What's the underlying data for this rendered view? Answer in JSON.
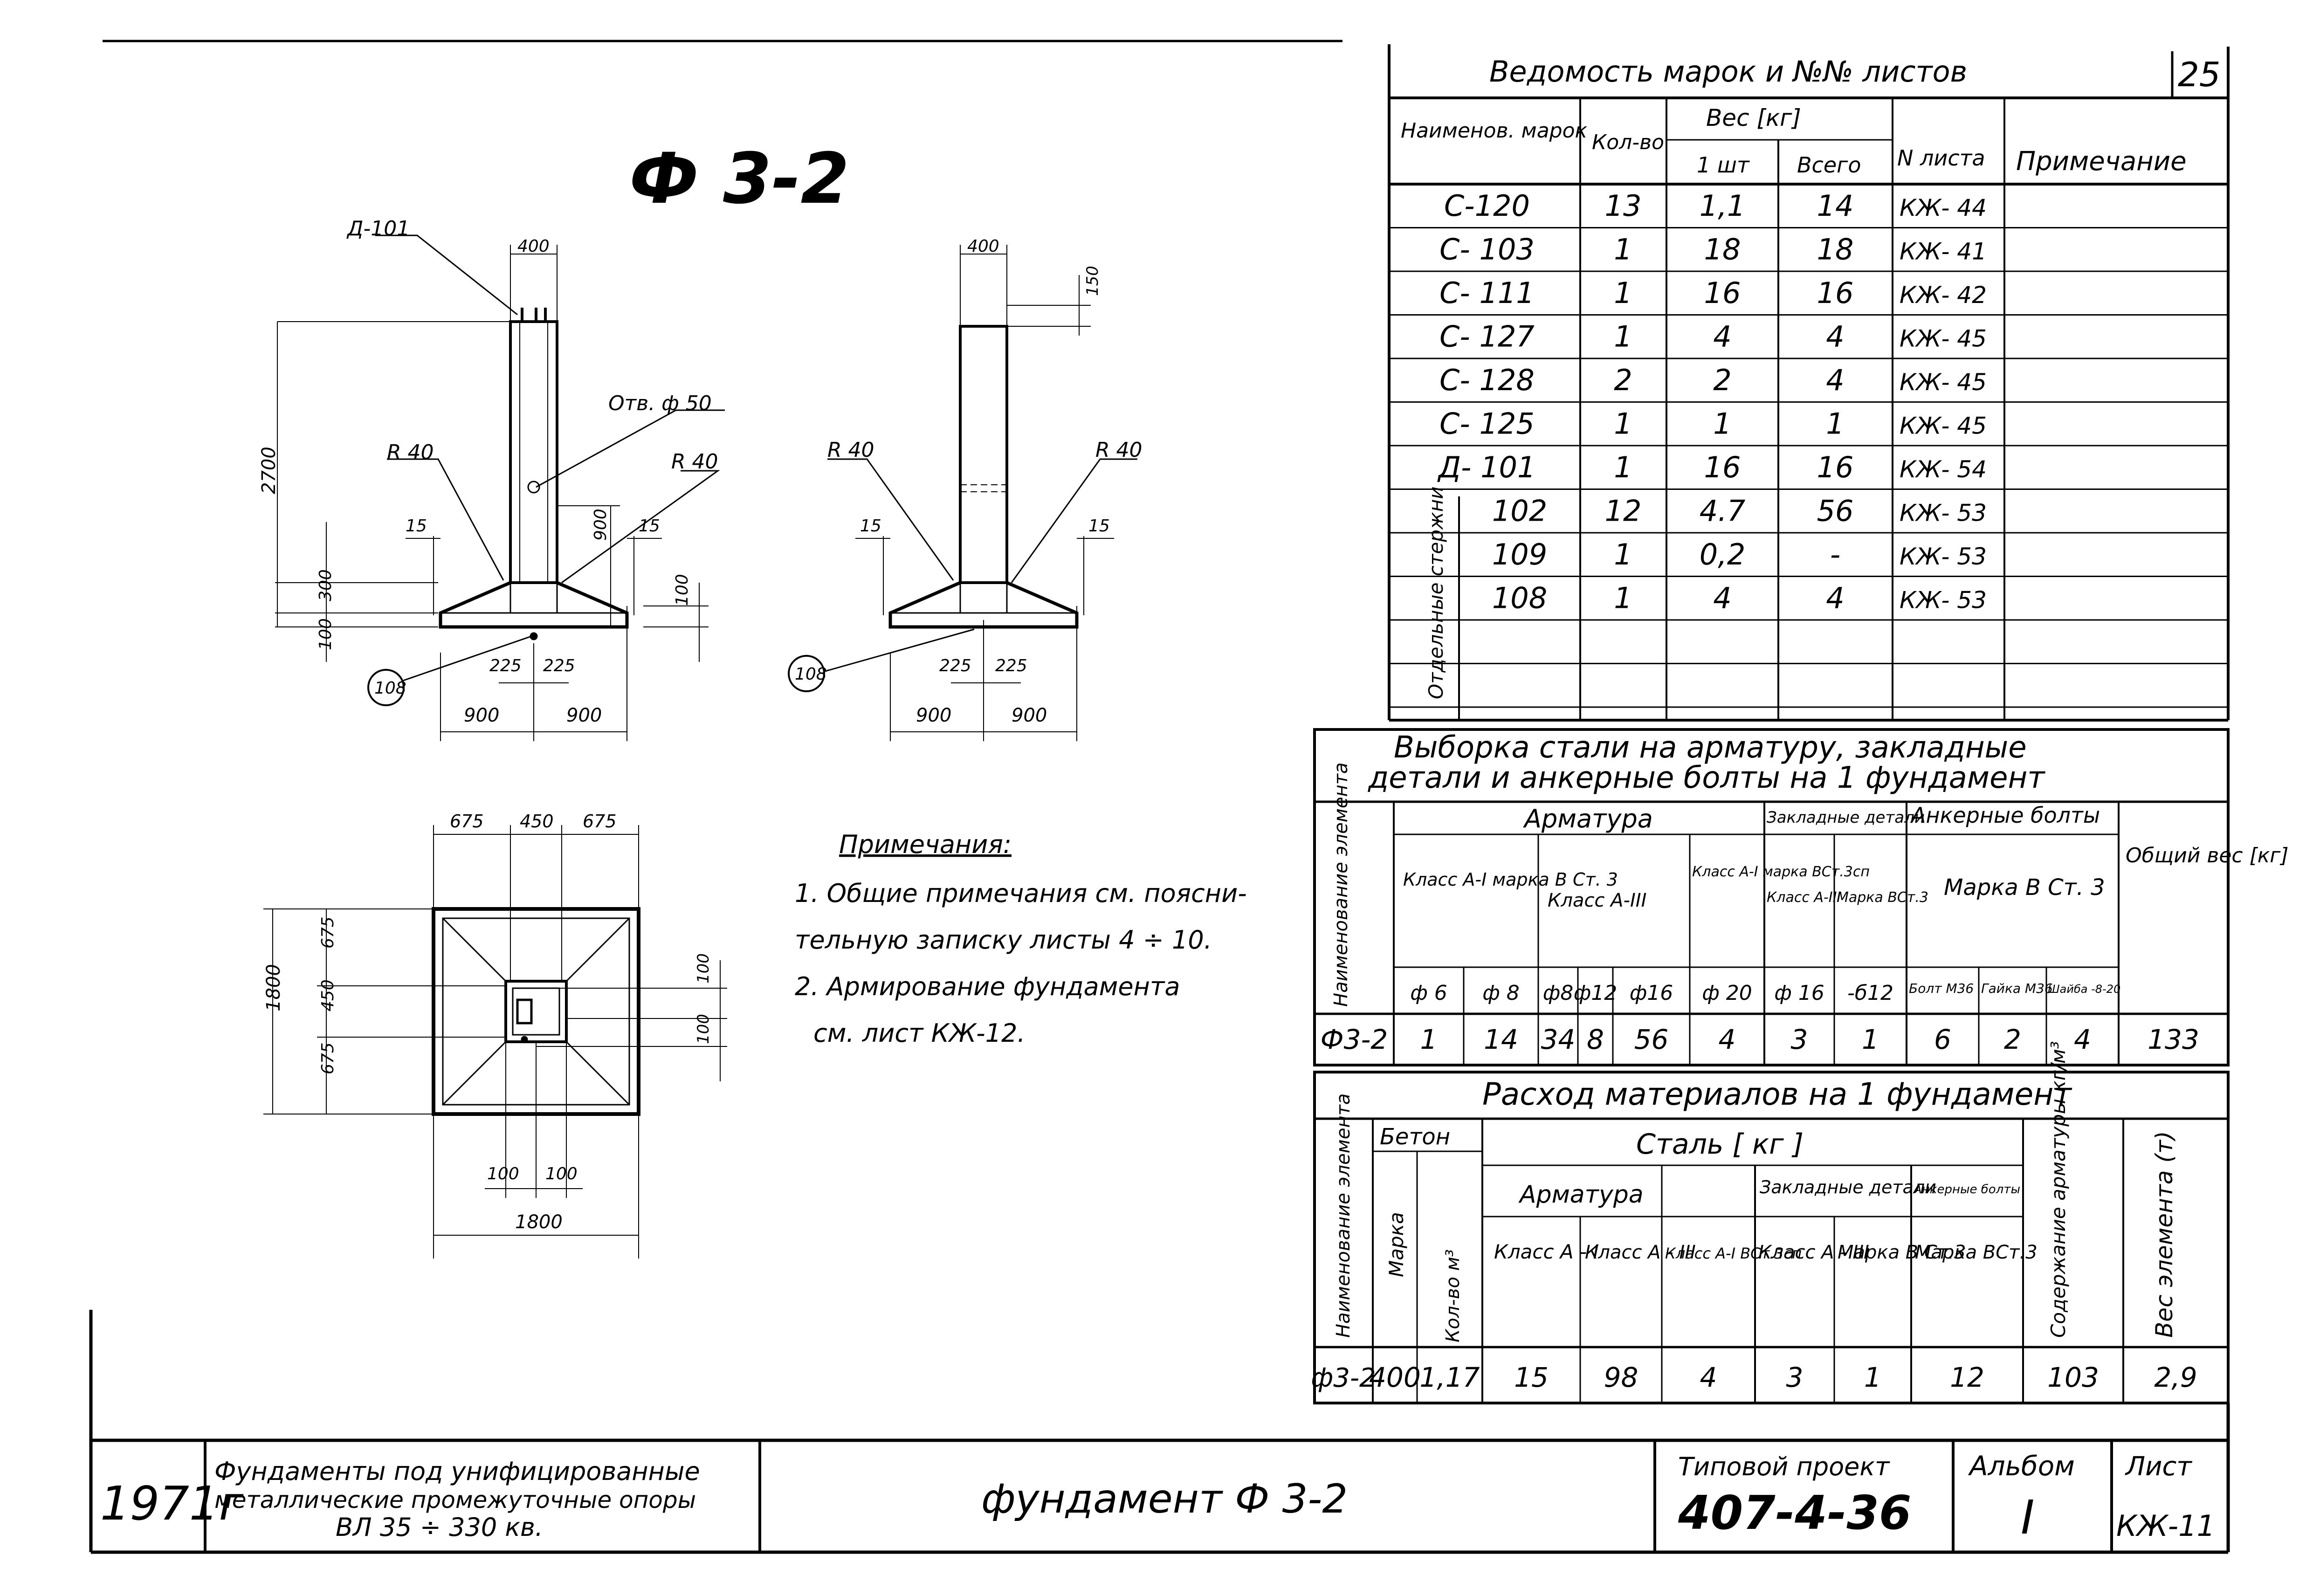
{
  "drawing": {
    "title": "Ф 3-2",
    "labels": {
      "d101": "Д-101",
      "otv": "Отв. ф 50",
      "r40": "R 40",
      "mark108": "108"
    },
    "dims": {
      "d400": "400",
      "d150": "150",
      "d2700": "2700",
      "d900": "900",
      "d300": "300",
      "d100": "100",
      "d15": "15",
      "d225": "225",
      "d675": "675",
      "d450": "450",
      "d1800": "1800"
    }
  },
  "notes": {
    "title": "Примечания:",
    "items": [
      "1. Общие примечания см. поясни-",
      "тельную записку листы 4 ÷ 10.",
      "2. Армирование фундамента",
      "см. лист КЖ-12."
    ]
  },
  "vedomost": {
    "title": "Ведомость марок и №№ листов",
    "sheet_no": "25",
    "headers": {
      "name": "Наименов. марок",
      "qty": "Кол-во",
      "weight": "Вес [кг]",
      "w1": "1 шт",
      "wall": "Всего",
      "list": "N листа",
      "note": "Примечание"
    },
    "side_label": "Отдельные стержни",
    "rows": [
      {
        "mark": "С-120",
        "qty": "13",
        "w1": "1,1",
        "wall": "14",
        "list": "КЖ- 44"
      },
      {
        "mark": "С- 103",
        "qty": "1",
        "w1": "18",
        "wall": "18",
        "list": "КЖ- 41"
      },
      {
        "mark": "С- 111",
        "qty": "1",
        "w1": "16",
        "wall": "16",
        "list": "КЖ- 42"
      },
      {
        "mark": "С- 127",
        "qty": "1",
        "w1": "4",
        "wall": "4",
        "list": "КЖ- 45"
      },
      {
        "mark": "С- 128",
        "qty": "2",
        "w1": "2",
        "wall": "4",
        "list": "КЖ- 45"
      },
      {
        "mark": "С- 125",
        "qty": "1",
        "w1": "1",
        "wall": "1",
        "list": "КЖ- 45"
      },
      {
        "mark": "Д- 101",
        "qty": "1",
        "w1": "16",
        "wall": "16",
        "list": "КЖ- 54"
      },
      {
        "mark": "102",
        "qty": "12",
        "w1": "4.7",
        "wall": "56",
        "list": "КЖ- 53"
      },
      {
        "mark": "109",
        "qty": "1",
        "w1": "0,2",
        "wall": "-",
        "list": "КЖ- 53"
      },
      {
        "mark": "108",
        "qty": "1",
        "w1": "4",
        "wall": "4",
        "list": "КЖ- 53"
      }
    ]
  },
  "vyborka": {
    "title1": "Выборка стали на арматуру, закладные",
    "title2": "детали и анкерные болты   на 1 фундамент",
    "h_name": "Наименование элемента",
    "h_armatura": "Арматура",
    "h_zakl": "Закладные детали",
    "h_ank": "Анкерные болты",
    "h_total": "Общий вес [кг]",
    "h_classA1": "Класс А-I марка В Ст. 3",
    "h_classA3": "Класс А-III",
    "h_classA1b": "Класс А-I марка ВСт.3сп",
    "h_zakl_class": "Класс А-III",
    "h_zakl_mark": "Марка ВСт.3",
    "h_ank_mark": "Марка В Ст. 3",
    "h_bolt": "Болт М36",
    "h_gaika": "Гайка М36",
    "h_shayba": "Шайба -8-20",
    "diams": [
      "ф 6",
      "ф 8",
      "ф8",
      "ф12",
      "ф16",
      "ф 20",
      "ф 16",
      "-б12"
    ],
    "row": {
      "name": "Ф3-2",
      "values": [
        "1",
        "14",
        "34",
        "8",
        "56",
        "4",
        "3",
        "1",
        "6",
        "2",
        "4",
        "133"
      ]
    }
  },
  "rashod": {
    "title": "Расход материалов на 1 фундамент",
    "h_name": "Наименование элемента",
    "h_beton": "Бетон",
    "h_stal": "Сталь   [ кг ]",
    "h_armatura": "Арматура",
    "h_zakl": "Закладные детали",
    "h_ank": "Анкерные болты",
    "h_soderzh": "Содержание арматуры кг/м³",
    "h_ves": "Вес элемента (т)",
    "h_marka": "Марка",
    "h_kol": "Кол-во м³",
    "h_c1": "Класс А - I",
    "h_c2": "Класс А - III",
    "h_c3": "Класс А-I ВСт.3сп",
    "h_c4": "Класс А - III",
    "h_c5": "Марка В Ст.3",
    "h_c6": "Марка ВСт.3",
    "row": {
      "name": "ф3-2",
      "values": [
        "400",
        "1,17",
        "15",
        "98",
        "4",
        "3",
        "1",
        "12",
        "103",
        "2,9"
      ]
    }
  },
  "stamp": {
    "year": "1971г",
    "desc1": "Фундаменты под унифицированные",
    "desc2": "металлические промежуточные опоры",
    "desc3": "ВЛ  35 ÷ 330 кв.",
    "name": "фундамент    Ф 3-2",
    "proj_label": "Типовой проект",
    "proj_no": "407-4-36",
    "album_label": "Альбом",
    "album_no": "I",
    "list_label": "Лист",
    "list_no": "КЖ-11"
  }
}
